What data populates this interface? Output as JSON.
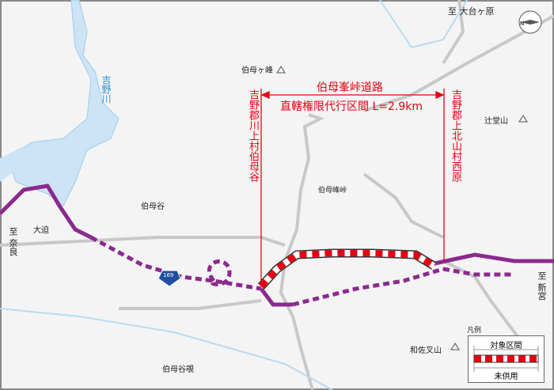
{
  "places": {
    "to_odaigahara": "至 大台ヶ原",
    "obagamine": "伯母ヶ峰",
    "tsujidoyama": "辻堂山",
    "obagamine_pass": "伯母峰峠",
    "obatani": "伯母谷",
    "osako": "大迫",
    "to_nara": "至 奈良",
    "to_shingu": "至 新宮",
    "wasamatayama": "和佐叉山",
    "obatanikaku": "伯母谷覗",
    "yoshino_river": "吉野川",
    "route_number": "169"
  },
  "annotation": {
    "road_name": "伯母峯峠道路",
    "section": "直轄権限代行区間 L=2.9km",
    "left_end": "吉野郡川上村伯母谷",
    "right_end": "吉野郡上北山村西原"
  },
  "legend": {
    "title": "凡例",
    "target_section": "対象区間",
    "not_in_service": "未供用"
  },
  "colors": {
    "route": "#8b2a8e",
    "project": "#e60012",
    "river": "#cce4f5",
    "road": "#c8c8c8"
  }
}
